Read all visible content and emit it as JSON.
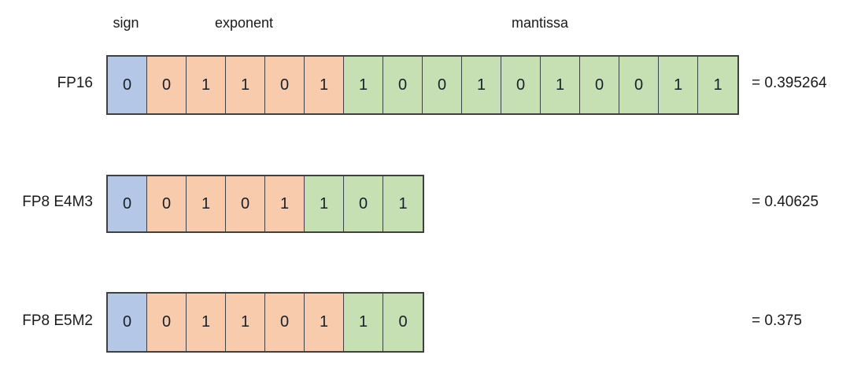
{
  "page": {
    "background": "#ffffff"
  },
  "colors": {
    "sign_fill": "#b4c7e7",
    "exponent_fill": "#f8cbad",
    "mantissa_fill": "#c6e0b4",
    "border": "#404040",
    "text": "#1a1a1a"
  },
  "header": {
    "sign_label": "sign",
    "exponent_label": "exponent",
    "mantissa_label": "mantissa"
  },
  "rows": [
    {
      "label": "FP16",
      "sign": [
        "0"
      ],
      "exponent": [
        "0",
        "1",
        "1",
        "0",
        "1"
      ],
      "mantissa": [
        "1",
        "0",
        "0",
        "1",
        "0",
        "1",
        "0",
        "0",
        "1",
        "1"
      ],
      "value": "= 0.395264"
    },
    {
      "label": "FP8 E4M3",
      "sign": [
        "0"
      ],
      "exponent": [
        "0",
        "1",
        "0",
        "1"
      ],
      "mantissa": [
        "1",
        "0",
        "1"
      ],
      "value": "= 0.40625"
    },
    {
      "label": "FP8 E5M2",
      "sign": [
        "0"
      ],
      "exponent": [
        "0",
        "1",
        "1",
        "0",
        "1"
      ],
      "mantissa": [
        "1",
        "0"
      ],
      "value": "= 0.375"
    }
  ]
}
